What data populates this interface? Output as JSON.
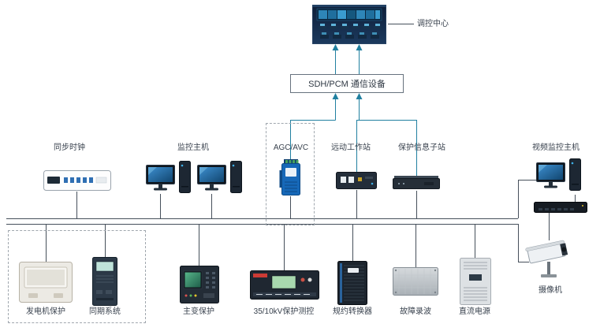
{
  "diagram": {
    "control_center": "调控中心",
    "comm_device": "SDH/PCM 通信设备",
    "top_row": {
      "sync_clock": "同步时钟",
      "monitor_host": "监控主机",
      "agc_avc": "AGC/AVC",
      "telecontrol_station": "远动工作站",
      "protection_info_substation": "保护信息子站",
      "video_monitor_host": "视频监控主机"
    },
    "bottom_row": {
      "generator_protection": "发电机保护",
      "sync_system": "同期系统",
      "main_transformer_protection": "主变保护",
      "kv_protection_control": "35/10kV保护测控",
      "protocol_converter": "规约转换器",
      "fault_recorder": "故障录波",
      "dc_power": "直流电源"
    },
    "camera": "摄像机",
    "colors": {
      "wire": "#46505b",
      "accent_wire": "#2180a0",
      "device_blue": "#1668b8"
    }
  }
}
